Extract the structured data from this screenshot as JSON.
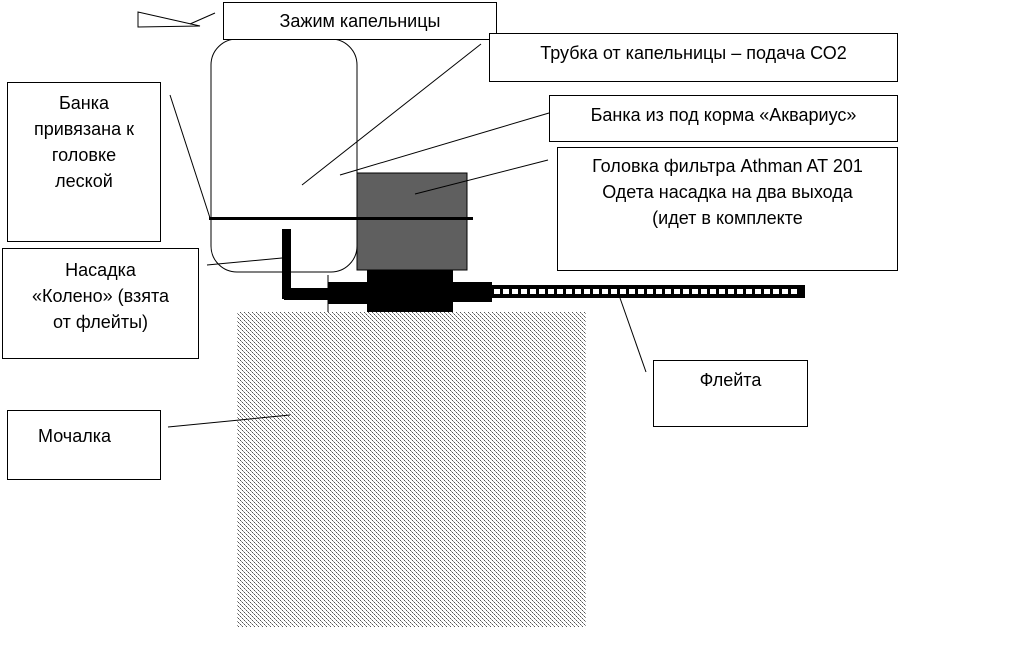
{
  "labels": {
    "clamp": "Зажим капельницы",
    "tube": "Трубка от капельницы – подача СО2",
    "jar_food": "Банка из под корма «Аквариус»",
    "filter_head": [
      "Головка фильтра Athman AT 201",
      "Одета насадка на два выхода",
      "(идет в комплекте"
    ],
    "jar_tied": [
      "Банка",
      "привязана к",
      "головке",
      "леской"
    ],
    "elbow": [
      "Насадка",
      "«Колено» (взята",
      "от флейты)"
    ],
    "flute": "Флейта",
    "sponge": "Мочалка"
  },
  "colors": {
    "head": "#5f5f5f",
    "parts": "#000000"
  }
}
